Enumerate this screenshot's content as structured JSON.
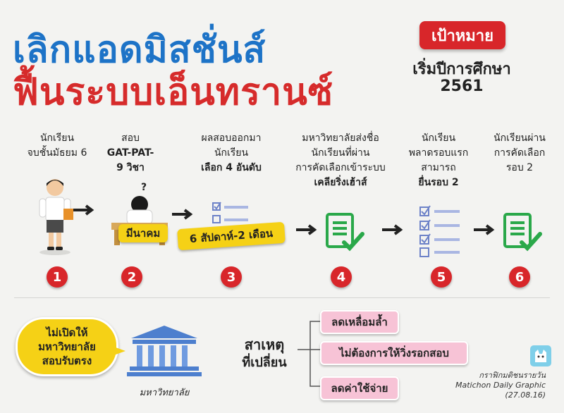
{
  "title": {
    "line1": "เลิกแอดมิสชั่นส์",
    "line2": "ฟื้นระบบเอ็นทรานซ์"
  },
  "goal": {
    "badge": "เป้าหมาย",
    "line1": "เริ่มปีการศึกษา",
    "line2": "2561"
  },
  "steps": [
    {
      "num": "1",
      "line1": "นักเรียน",
      "line2": "จบชั้นมัธยม 6"
    },
    {
      "num": "2",
      "line1": "สอบ",
      "line2": "GAT-PAT-",
      "line3": "9 วิชา",
      "tag": "มีนาคม"
    },
    {
      "num": "3",
      "line1": "ผลสอบออกมา",
      "line2": "นักเรียน",
      "line3": "เลือก 4 อันดับ",
      "tag": "6 สัปดาห์-2 เดือน"
    },
    {
      "num": "4",
      "line1": "มหาวิทยาลัยส่งชื่อ",
      "line2": "นักเรียนที่ผ่าน",
      "line3": "การคัดเลือกเข้าระบบ",
      "line4": "เคลียริ่งเฮ้าส์"
    },
    {
      "num": "5",
      "line1": "นักเรียน",
      "line2": "พลาดรอบแรก",
      "line3": "สามารถ",
      "line4": "ยื่นรอบ 2"
    },
    {
      "num": "6",
      "line1": "นักเรียนผ่าน",
      "line2": "การคัดเลือก",
      "line3": "รอบ 2"
    }
  ],
  "question_mark": "?",
  "bubble": {
    "line1": "ไม่เปิดให้",
    "line2": "มหาวิทยาลัย",
    "line3": "สอบรับตรง"
  },
  "university_label": "มหาวิทยาลัย",
  "cause": {
    "line1": "สาเหตุ",
    "line2": "ที่เปลี่ยน",
    "reasons": [
      "ลดเหลื่อมล้ำ",
      "ไม่ต้องการให้วิ่งรอกสอบ",
      "ลดค่าใช้จ่าย"
    ]
  },
  "credit": {
    "line1": "กราฟิกมติชนรายวัน",
    "line2": "Matichon Daily Graphic",
    "line3": "(27.08.16)"
  },
  "colors": {
    "blue": "#1d73c7",
    "red": "#d8262a",
    "yellow": "#f5d116",
    "pink": "#f7c3d6",
    "green": "#2aa84a"
  }
}
